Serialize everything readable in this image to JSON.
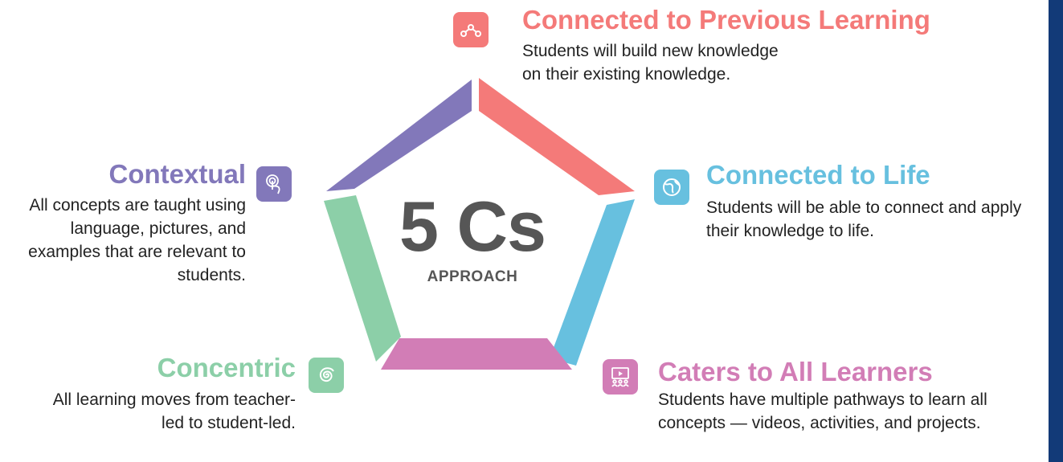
{
  "center": {
    "title": "5 Cs",
    "subtitle": "APPROACH"
  },
  "colors": {
    "previous": "#f47a79",
    "life": "#67c0df",
    "learners": "#d27db6",
    "concentric": "#8ccfa8",
    "contextual": "#8278ba",
    "text": "#222222",
    "center_text": "#565656",
    "side_bar": "#123a78"
  },
  "items": {
    "previous": {
      "icon": "nodes-network-icon",
      "title": "Connected to Previous Learning",
      "description": "Students will build new knowledge on their existing knowledge."
    },
    "life": {
      "icon": "globe-icon",
      "title": "Connected to Life",
      "description": "Students will be able to connect and apply their knowledge to life."
    },
    "learners": {
      "icon": "presentation-screen-icon",
      "title": "Caters to All Learners",
      "description": "Students have multiple pathways to learn all concepts — videos, activities, and projects."
    },
    "concentric": {
      "icon": "spiral-icon",
      "title": "Concentric",
      "description": "All learning moves from teacher-led to student-led."
    },
    "contextual": {
      "icon": "touch-hand-icon",
      "title": "Contextual",
      "description": "All concepts are taught using language, pictures, and examples that are relevant to students."
    }
  }
}
